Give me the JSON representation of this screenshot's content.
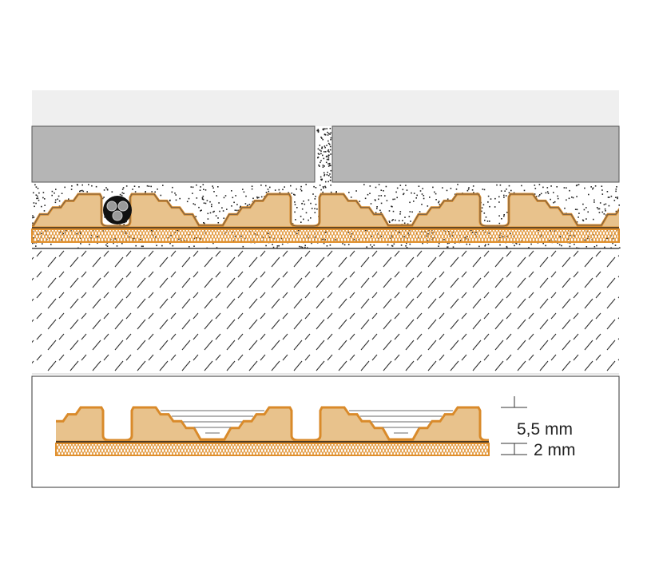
{
  "diagram": {
    "subject": "floor-heating-mat-cross-section",
    "colors": {
      "tile": "#b5b5b5",
      "mat": "#e8c28c",
      "mat_outline": "#d98a2a",
      "fleece": "#e0902e",
      "cable": "#111111",
      "conductor": "#9a9a9a",
      "topband": "#efefef"
    },
    "detail": {
      "dimension_mat": "5,5 mm",
      "dimension_fleece": "2 mm"
    }
  }
}
